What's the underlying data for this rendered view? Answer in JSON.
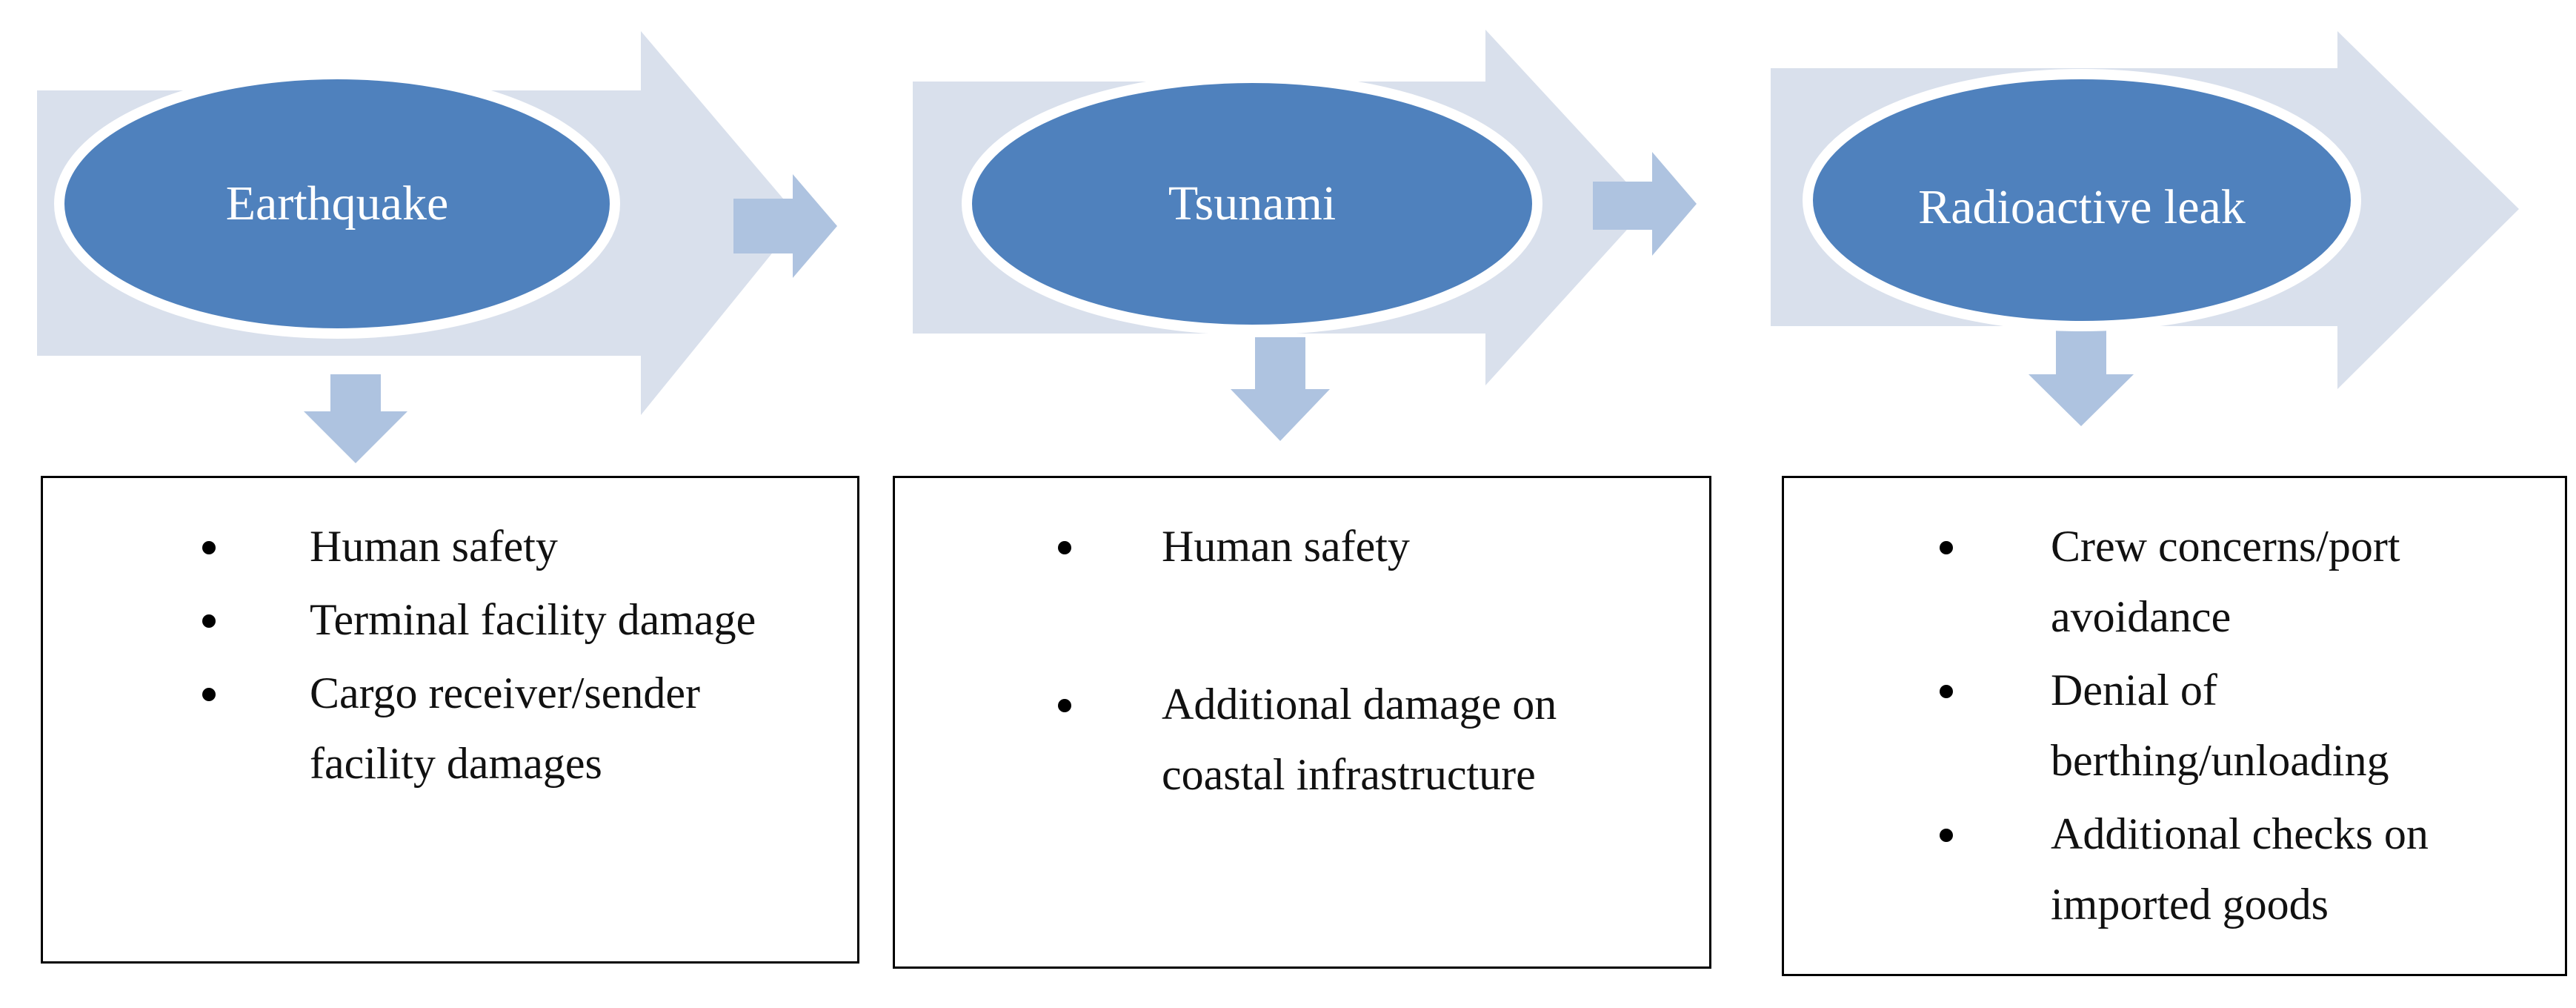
{
  "colors": {
    "big_arrow": "#d9e0ec",
    "small_arrow": "#aec3e0",
    "ellipse_fill": "#4f81bd",
    "ellipse_stroke": "#ffffff",
    "text_on_ellipse": "#ffffff"
  },
  "stages": [
    {
      "name": "Earthquake",
      "impacts": [
        "Human safety",
        "Terminal facility damage",
        "Cargo receiver/sender facility damages"
      ]
    },
    {
      "name": "Tsunami",
      "impacts": [
        "Human safety",
        "Additional damage on coastal infrastructure"
      ]
    },
    {
      "name": "Radioactive leak",
      "impacts": [
        "Crew concerns/port avoidance",
        "Denial of berthing/unloading",
        "Additional checks on imported goods"
      ]
    }
  ]
}
